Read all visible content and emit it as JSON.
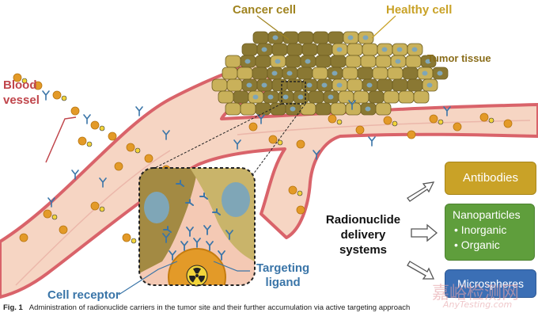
{
  "labels": {
    "cancer_cell": "Cancer cell",
    "healthy_cell": "Healthy cell",
    "tumor_tissue": "Tumor tissue",
    "blood_vessel_line1": "Blood",
    "blood_vessel_line2": "vessel",
    "cell_receptor": "Cell receptor",
    "targeting_ligand_line1": "Targeting",
    "targeting_ligand_line2": "ligand"
  },
  "delivery": {
    "title_line1": "Radionuclide",
    "title_line2": "delivery",
    "title_line3": "systems",
    "antibodies": "Antibodies",
    "nanoparticles_title": "Nanoparticles",
    "nanoparticles_item1": "• Inorganic",
    "nanoparticles_item2": "• Organic",
    "microspheres": "Microspheres"
  },
  "caption": {
    "figure_label": "Fig. 1",
    "text": "Administration of radionuclide carriers in the tumor site and their further accumulation via active targeting approach"
  },
  "watermark": {
    "chinese": "嘉峪检测网",
    "latin": "AnyTesting.com"
  },
  "colors": {
    "vessel_fill": "#f6d5c3",
    "vessel_wall": "#d9636a",
    "cancer_cell": "#8a7833",
    "healthy_cell": "#c9b15a",
    "nucleus": "#7fa6b7",
    "antibodies_box": "#c9a227",
    "nanoparticles_box": "#5f9e3c",
    "microspheres_box": "#3b6fb5",
    "label_red": "#c0454b",
    "label_gold": "#a08420",
    "label_blue": "#3a75a8",
    "particle": "#e39a28"
  }
}
